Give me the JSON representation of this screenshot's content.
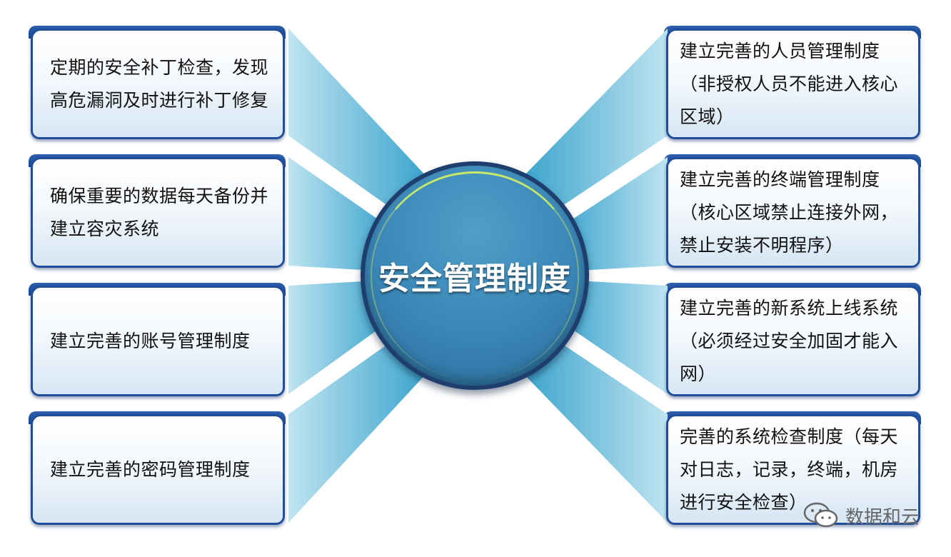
{
  "center": {
    "title": "安全管理制度"
  },
  "left_items": [
    {
      "text": "定期的安全补丁检查，发现高危漏洞及时进行补丁修复"
    },
    {
      "text": "确保重要的数据每天备份并建立容灾系统"
    },
    {
      "text": "建立完善的账号管理制度"
    },
    {
      "text": "建立完善的密码管理制度"
    }
  ],
  "right_items": [
    {
      "text": "建立完善的人员管理制度（非授权人员不能进入核心区域）"
    },
    {
      "text": "建立完善的终端管理制度（核心区域禁止连接外网，禁止安装不明程序）"
    },
    {
      "text": "建立完善的新系统上线系统（必须经过安全加固才能入网）"
    },
    {
      "text": "完善的系统检查制度（每天对日志，记录，终端，机房进行安全检查）"
    }
  ],
  "watermark": {
    "text": "数据和云",
    "icon": "wechat-icon"
  },
  "colors": {
    "card_border": "#1f4f9c",
    "hub": "#3a86b6",
    "ray": "#5fb8d8"
  }
}
